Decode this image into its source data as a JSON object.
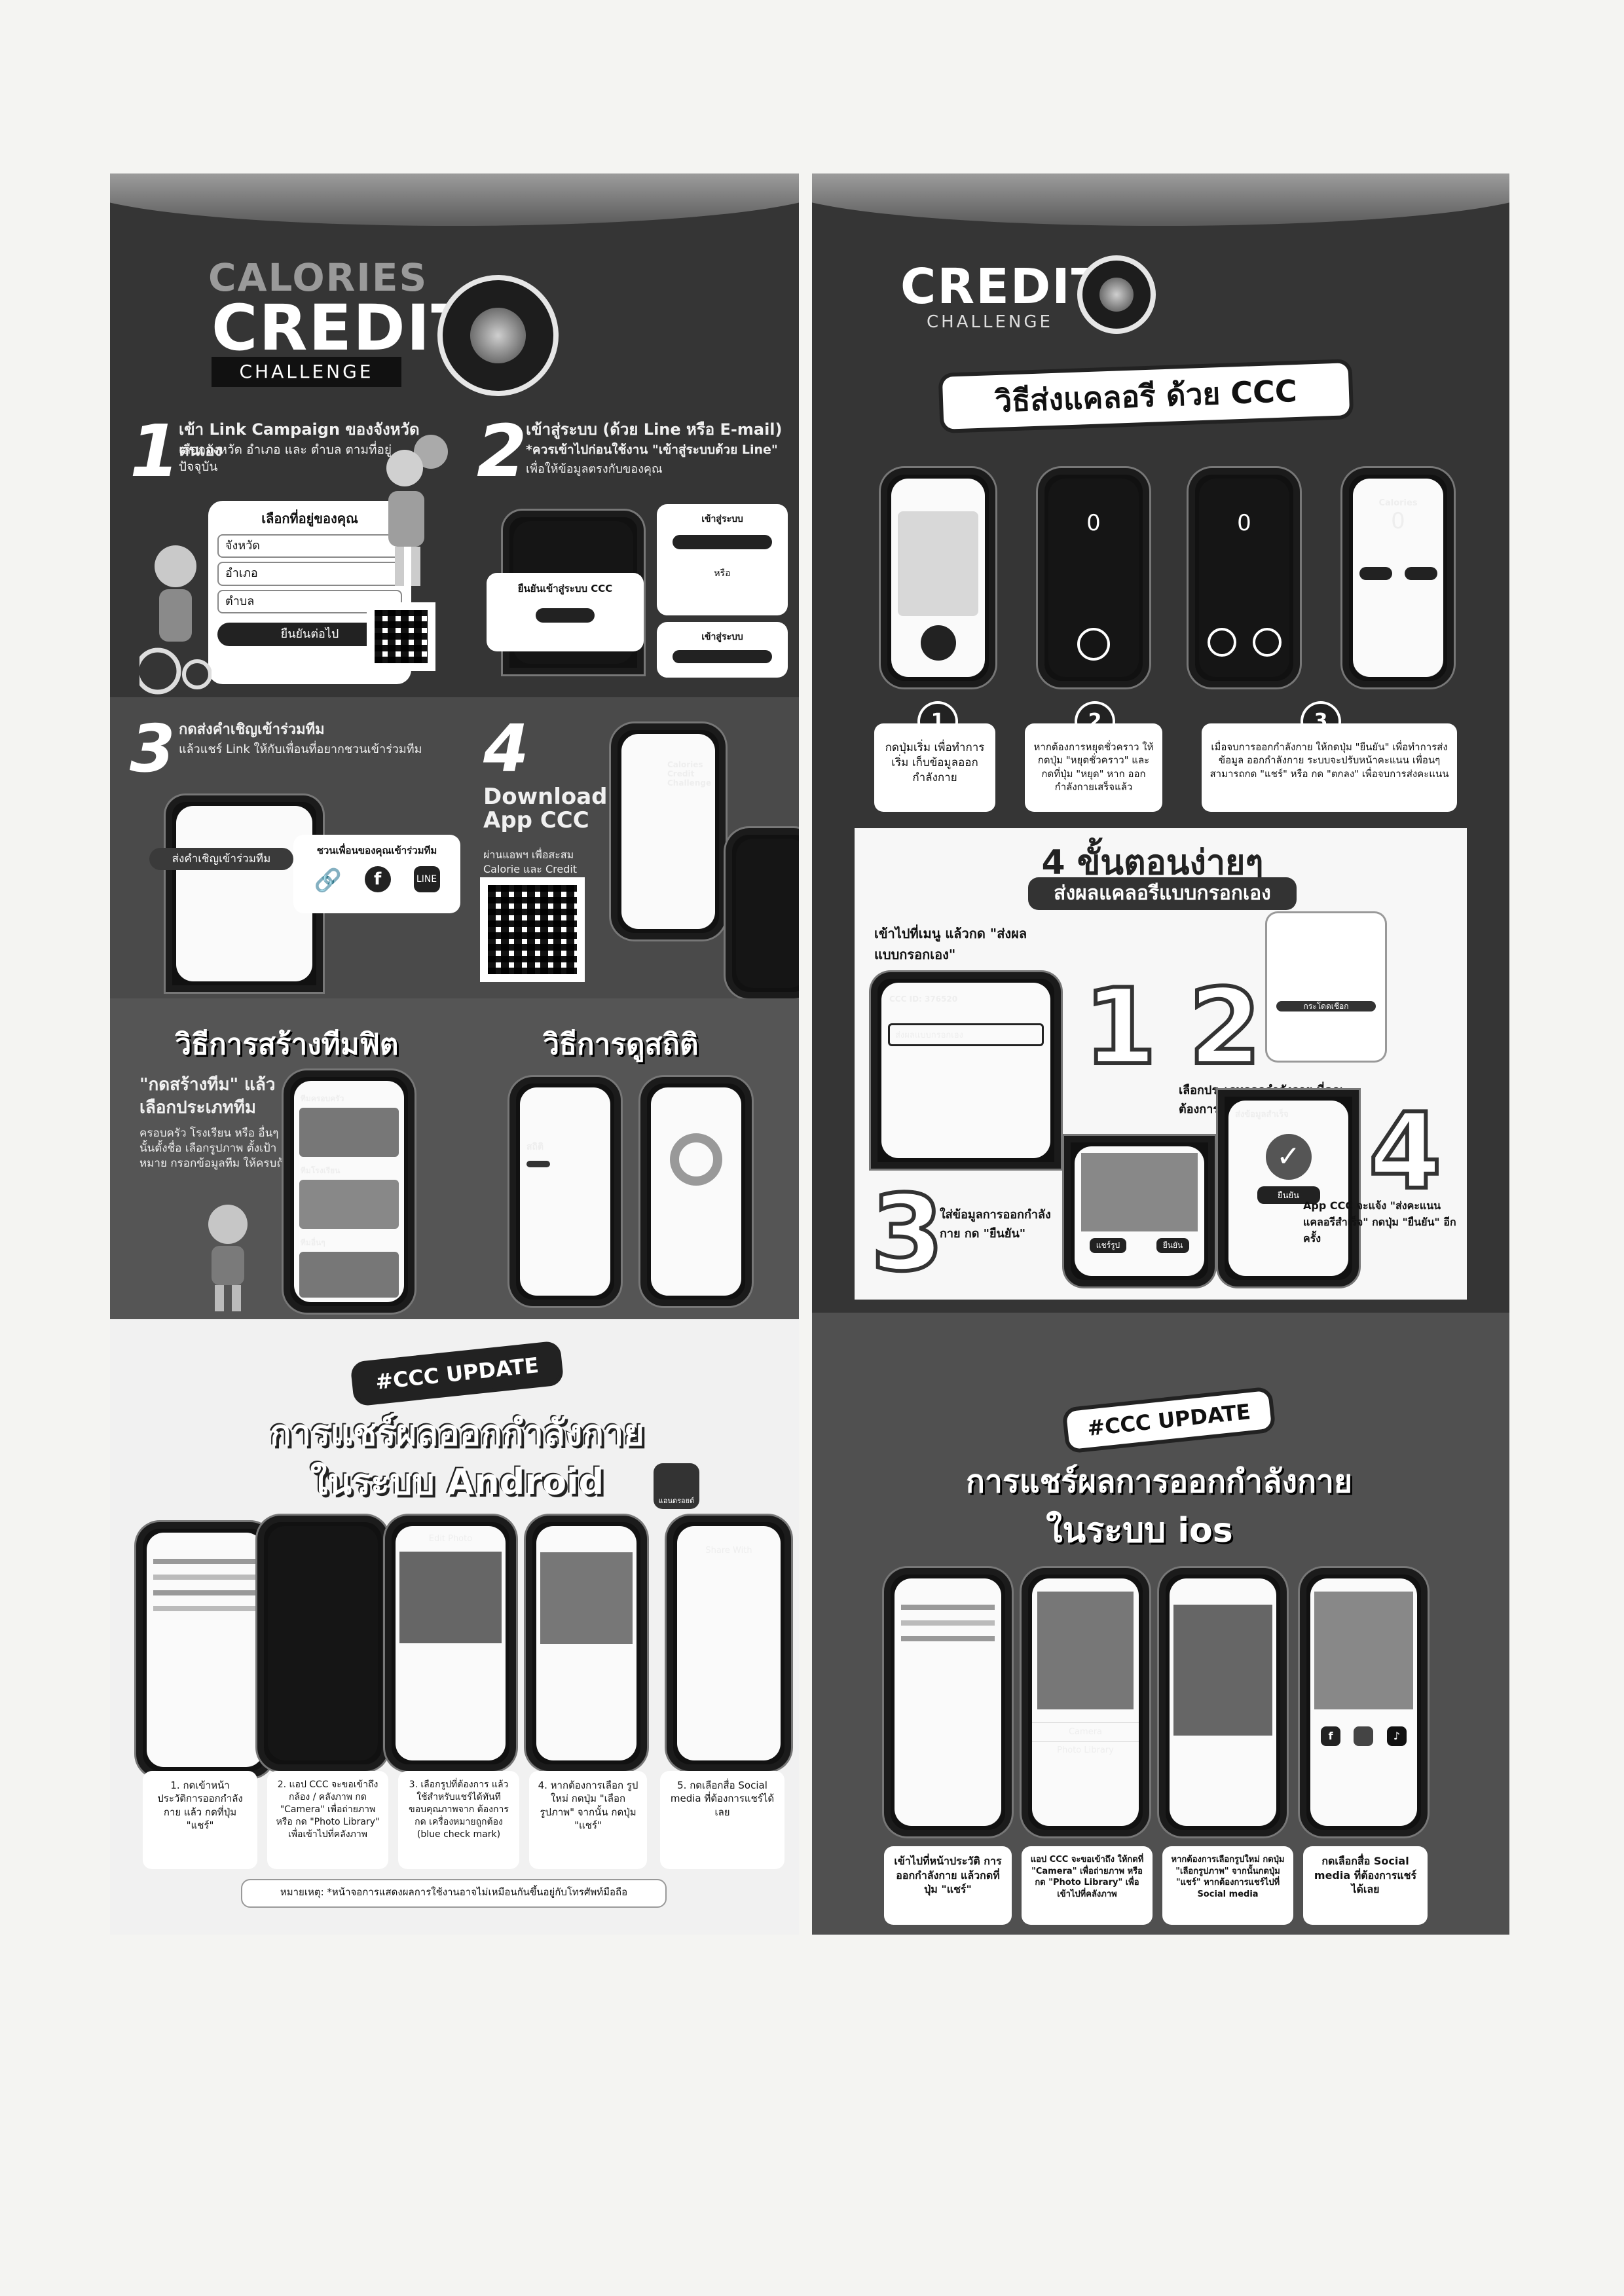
{
  "left": {
    "logo": {
      "brand_top": "CALORIES",
      "title": "CREDIT",
      "subtitle": "CHALLENGE"
    },
    "step1": {
      "num": "1",
      "title": "เข้า Link Campaign ของจังหวัดตนเอง",
      "desc": "เลือกจังหวัด อำเภอ และ ตำบล ตามที่อยู่ปัจจุบัน",
      "form_title": "เลือกที่อยู่ของคุณ",
      "field1": "จังหวัด",
      "field2": "อำเภอ",
      "field3": "ตำบล",
      "button": "ยืนยันต่อไป"
    },
    "step2": {
      "num": "2",
      "title": "เข้าสู่ระบบ (ด้วย Line หรือ E-mail)",
      "desc": "*ควรเข้าไปก่อนใช้งาน \"เข้าสู่ระบบด้วย Line\"",
      "desc2": "เพื่อให้ข้อมูลตรงกับของคุณ",
      "dialog": "ยืนยันเข้าสู่ระบบ CCC",
      "card1": "เข้าสู่ระบบ",
      "card2": "หรือ",
      "card3": "เข้าสู่ระบบ"
    },
    "step3": {
      "num": "3",
      "title": "กดส่งคำเชิญเข้าร่วมทีม",
      "desc": "แล้วแชร์ Link ให้กับเพื่อนที่อยากชวนเข้าร่วมทีม",
      "card_title": "ชวนเพื่อนของคุณเข้าร่วมทีม",
      "share_label": "ส่งคำเชิญเข้าร่วมทีม"
    },
    "step4": {
      "num": "4",
      "title": "Download App CCC",
      "desc": "ผ่านแอพฯ เพื่อสะสม Calorie และ Credit",
      "app_name": "Calories Credit Challenge"
    },
    "team": {
      "title": "วิธีการสร้างทีมฟิต",
      "desc_bold": "\"กดสร้างทีม\" แล้ว เลือกประเภททีม",
      "desc": "ครอบครัว โรงเรียน หรือ อื่นๆ จากนั้นตั้งชื่อ เลือกรูปภาพ ตั้งเป้าหมาย กรอกข้อมูลทีม ให้ครบถ้วน",
      "rows": [
        "ทีมครอบครัว",
        "ทีมโรงเรียน",
        "ทีมอื่นๆ"
      ]
    },
    "stats": {
      "title": "วิธีการดูสถิติ",
      "label": "สถิติ"
    },
    "android": {
      "tag": "#CCC UPDATE",
      "title1": "การแชร์ผลออกกำลังกาย",
      "title2": "ในระบบ Android",
      "badge": "แอนดรอยด์",
      "screen_title": "Edit Photo",
      "share_title": "Share With",
      "steps": [
        "1. กดเข้าหน้า ประวัติการออกกำลังกาย แล้ว กดที่ปุ่ม \"แชร์\"",
        "2. แอป CCC จะขอเข้าถึง กล้อง / คลังภาพ กด \"Camera\" เพื่อถ่ายภาพ หรือ กด \"Photo Library\" เพื่อเข้าไปที่คลังภาพ",
        "3. เลือกรูปที่ต้องการ แล้วใช้สำหรับแชร์ได้ทันที ขอบคุณภาพจาก ต้องการ กด เครื่องหมายถูกต้อง (blue check mark)",
        "4. หากต้องการเลือก รูปใหม่ กดปุ่ม \"เลือกรูปภาพ\" จากนั้น กดปุ่ม \"แชร์\"",
        "5. กดเลือกสื่อ Social media ที่ต้องการแชร์ได้เลย"
      ],
      "note": "หมายเหตุ: *หน้าจอการแสดงผลการใช้งานอาจไม่เหมือนกันขึ้นอยู่กับโทรศัพท์มือถือ"
    }
  },
  "right": {
    "logo": {
      "title": "CREDIT",
      "subtitle": "CHALLENGE"
    },
    "send": {
      "title": "วิธีส่งแคลอรี ด้วย CCC",
      "screen_label": "Calories",
      "zero": "0",
      "steps": [
        {
          "num": "1",
          "text": "กดปุ่มเริ่ม เพื่อทำการเริ่ม เก็บข้อมูลออกกำลังกาย"
        },
        {
          "num": "2",
          "text": "หากต้องการหยุดชั่วคราว ให้กดปุ่ม \"หยุดชั่วคราว\" และกดที่ปุ่ม \"หยุด\" หาก ออกกำลังกายเสร็จแล้ว"
        },
        {
          "num": "3",
          "text": "เมื่อจบการออกกำลังกาย ให้กดปุ่ม \"ยืนยัน\" เพื่อทำการส่งข้อมูล ออกกำลังกาย ระบบจะปรับหน้าคะแนน เพื่อนๆ สามารถกด \"แชร์\" หรือ กด \"ตกลง\" เพื่อจบการส่งคะแนน"
        }
      ]
    },
    "manual": {
      "title": "4 ขั้นตอนง่ายๆ",
      "subtitle": "ส่งผลแคลอรีแบบกรอกเอง",
      "s1": "เข้าไปที่เมนู แล้วกด \"ส่งผลแบบกรอกเอง\"",
      "s1_screen": "CCC ID: 376520",
      "s1_item": "ส่งผลแบบกรอกเอง",
      "s2": "เลือกประเภทออกกำลังกาย ที่คุณ ต้องการส่งผลแคลอรี",
      "s2_label": "กระโดดเชือก",
      "s3": "ใส่ข้อมูลการออกกำลังกาย กด \"ยืนยัน\"",
      "s3_btn1": "แชร์รูป",
      "s3_btn2": "ยืนยัน",
      "s4": "App CCC จะแจ้ง \"ส่งคะแนนแคลอรีสำเร็จ\" กดปุ่ม \"ยืนยัน\" อีกครั้ง",
      "s4_title": "ส่งข้อมูลสำเร็จ",
      "s4_btn": "ยืนยัน",
      "n1": "1",
      "n2": "2",
      "n3": "3",
      "n4": "4"
    },
    "ios": {
      "tag": "#CCC UPDATE",
      "title1": "การแชร์ผลการออกกำลังกาย",
      "title2": "ในระบบ ios",
      "camera": "Camera",
      "library": "Photo Library",
      "steps": [
        "เข้าไปที่หน้าประวัติ การออกกำลังกาย แล้วกดที่ปุ่ม \"แชร์\"",
        "แอป CCC จะขอเข้าถึง ให้กดที่ \"Camera\" เพื่อถ่ายภาพ หรือกด \"Photo Library\" เพื่อเข้าไปที่คลังภาพ",
        "หากต้องการเลือกรูปใหม่ กดปุ่ม \"เลือกรูปภาพ\" จากนั้นกดปุ่ม \"แชร์\" หากต้องการแชร์ไปที่ Social media",
        "กดเลือกสื่อ Social media ที่ต้องการแชร์ได้เลย"
      ]
    }
  },
  "colors": {
    "panel": "#3a3a3a",
    "light": "#f7f7f7",
    "accent": "#ffffff"
  }
}
